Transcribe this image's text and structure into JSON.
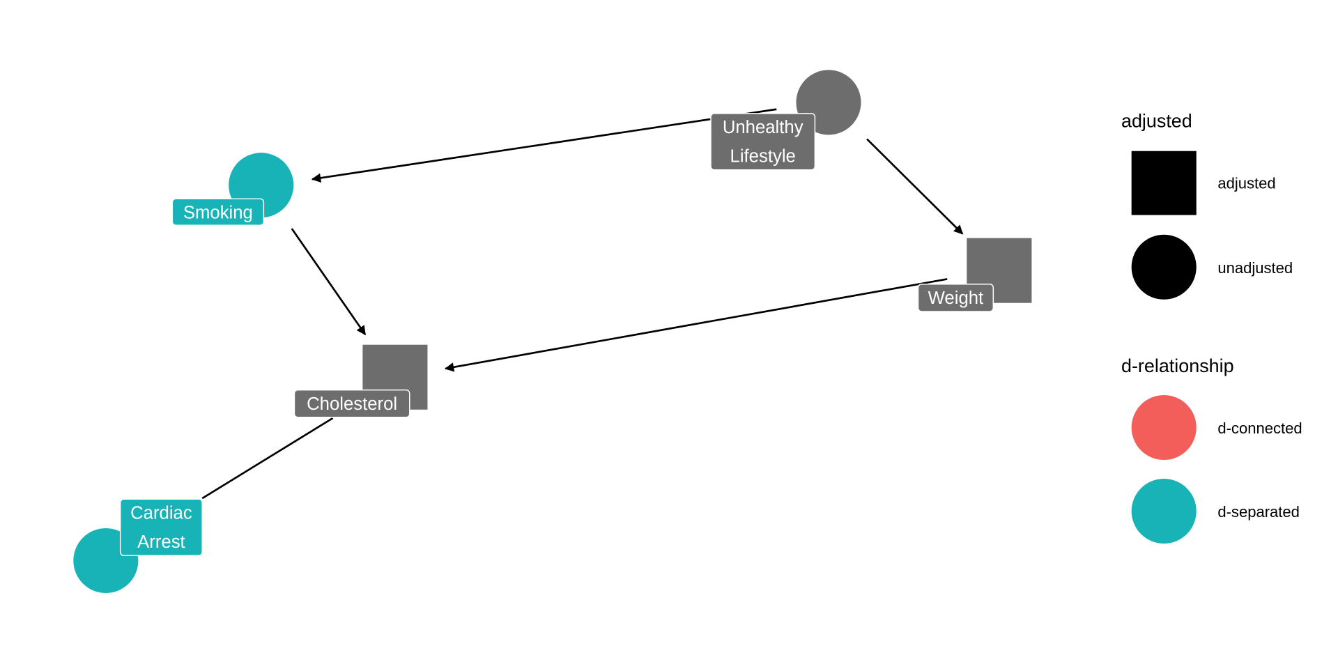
{
  "colors": {
    "adjusted_fill": "#6D6D6D",
    "d_separated": "#17B3B7",
    "d_connected": "#F35E5A",
    "edge": "#000000"
  },
  "nodes": [
    {
      "id": "unhealthy",
      "label_lines": [
        "Unhealthy",
        "Lifestyle"
      ],
      "adjusted": false,
      "d_relationship": "none"
    },
    {
      "id": "smoking",
      "label_lines": [
        "Smoking"
      ],
      "adjusted": false,
      "d_relationship": "d-separated"
    },
    {
      "id": "weight",
      "label_lines": [
        "Weight"
      ],
      "adjusted": true,
      "d_relationship": "none"
    },
    {
      "id": "cholesterol",
      "label_lines": [
        "Cholesterol"
      ],
      "adjusted": true,
      "d_relationship": "none"
    },
    {
      "id": "cardiac",
      "label_lines": [
        "Cardiac",
        "Arrest"
      ],
      "adjusted": false,
      "d_relationship": "d-separated"
    }
  ],
  "edges": [
    {
      "from": "unhealthy",
      "to": "smoking",
      "directed": true
    },
    {
      "from": "unhealthy",
      "to": "weight",
      "directed": true
    },
    {
      "from": "smoking",
      "to": "cholesterol",
      "directed": true
    },
    {
      "from": "weight",
      "to": "cholesterol",
      "directed": true
    },
    {
      "from": "cholesterol",
      "to": "cardiac",
      "directed": false
    }
  ],
  "legend": {
    "adjusted": {
      "title": "adjusted",
      "items": [
        "adjusted",
        "unadjusted"
      ]
    },
    "d_relationship": {
      "title": "d-relationship",
      "items": [
        "d-connected",
        "d-separated"
      ]
    }
  }
}
